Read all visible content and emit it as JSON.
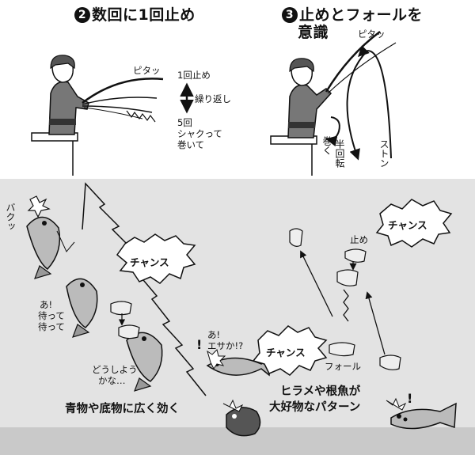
{
  "colors": {
    "water": "#e3e3e3",
    "seabed": "#c9c9c9",
    "ink": "#111111"
  },
  "panel2": {
    "number": "2",
    "title": "数回に1回止め",
    "pitatt": "ピタッ",
    "stop_once": "1回止め",
    "repeat": "繰り返し",
    "jerk_lines": [
      "5回",
      "シャクって",
      "巻いて"
    ]
  },
  "panel3": {
    "number": "3",
    "title_line1": "止めとフォールを",
    "title_line2": "意識",
    "pitatt": "ピタッ",
    "wind": "巻く",
    "half_turn": "半回転",
    "suton": "ストン"
  },
  "underwater": {
    "bakutt": "バクッ",
    "ah_wait": [
      "あ!",
      "待って",
      "待って"
    ],
    "chance": "チャンス",
    "dou_shiyou": [
      "どうしよう",
      "かな…"
    ],
    "ah_esa": [
      "あ!",
      "エサか!?"
    ],
    "exclaim": "!",
    "caption_left": "青物や底物に広く効く",
    "caption_right": [
      "ヒラメや根魚が",
      "大好物なパターン"
    ],
    "fall": "フォール",
    "stop": "止め"
  }
}
